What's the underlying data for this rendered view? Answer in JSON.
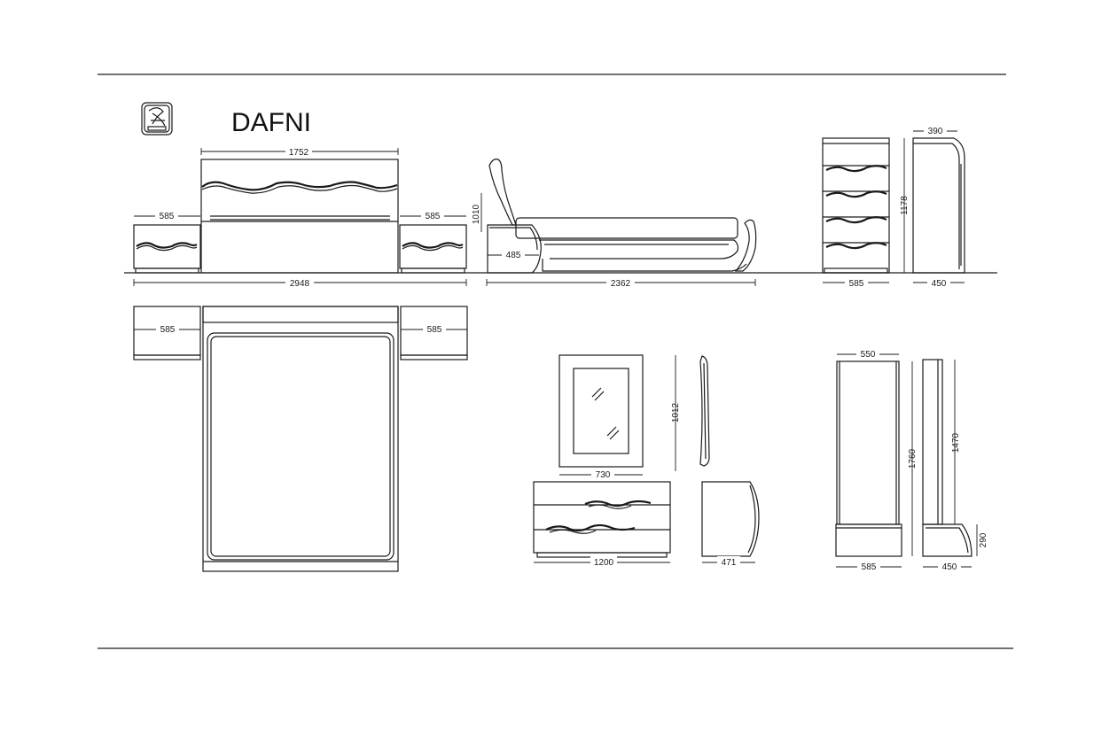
{
  "title": "DAFNI",
  "logo": {
    "icon": "brand-monogram-icon"
  },
  "colors": {
    "ink": "#1a1a1a",
    "paper": "#ffffff"
  },
  "dimensions": {
    "headboard_width": "1752",
    "nightstand_left_width": "585",
    "nightstand_right_width": "585",
    "bed_set_total_width": "2948",
    "bed_side_height": "1010",
    "bed_side_nightstand": "485",
    "bed_length": "2362",
    "chest_height": "1178",
    "chest_side_top": "390",
    "chest_front_width": "585",
    "chest_side_depth": "450",
    "plan_nightstand_left": "585",
    "plan_nightstand_right": "585",
    "mirror_height": "1012",
    "mirror_width": "730",
    "dresser_width": "1200",
    "dresser_depth": "471",
    "wardrobe_top_width": "550",
    "wardrobe_height": "1760",
    "wardrobe_upper_height": "1470",
    "wardrobe_base_height": "290",
    "wardrobe_front_width": "585",
    "wardrobe_side_depth": "450"
  }
}
